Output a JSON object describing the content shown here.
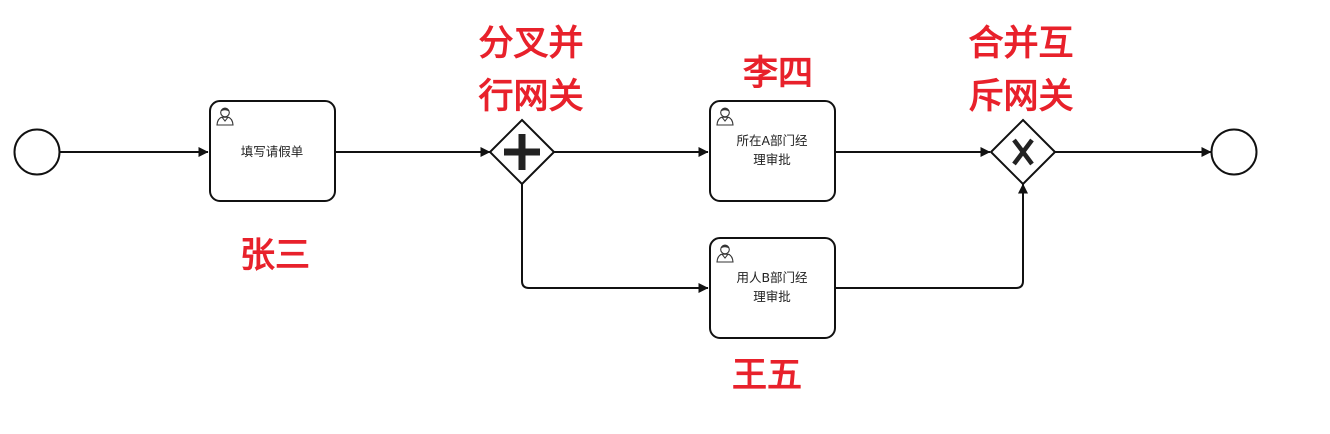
{
  "diagram": {
    "tasks": [
      {
        "id": "fill-leave-form",
        "lines": [
          "填写请假单"
        ]
      },
      {
        "id": "dept-a-approval",
        "lines": [
          "所在A部门经",
          "理审批"
        ]
      },
      {
        "id": "dept-b-approval",
        "lines": [
          "用人B部门经",
          "理审批"
        ]
      }
    ],
    "annotations": {
      "parallel_gateway": [
        "分叉并",
        "行网关"
      ],
      "exclusive_gateway": [
        "合并互",
        "斥网关"
      ],
      "assignee_task1": "张三",
      "assignee_task2": "李四",
      "assignee_task3": "王五"
    },
    "gateway_symbols": {
      "parallel": "plus-icon",
      "exclusive": "x-icon"
    },
    "colors": {
      "stroke": "#111111",
      "annotation": "#e8212b",
      "task_fill": "#ffffff"
    }
  }
}
